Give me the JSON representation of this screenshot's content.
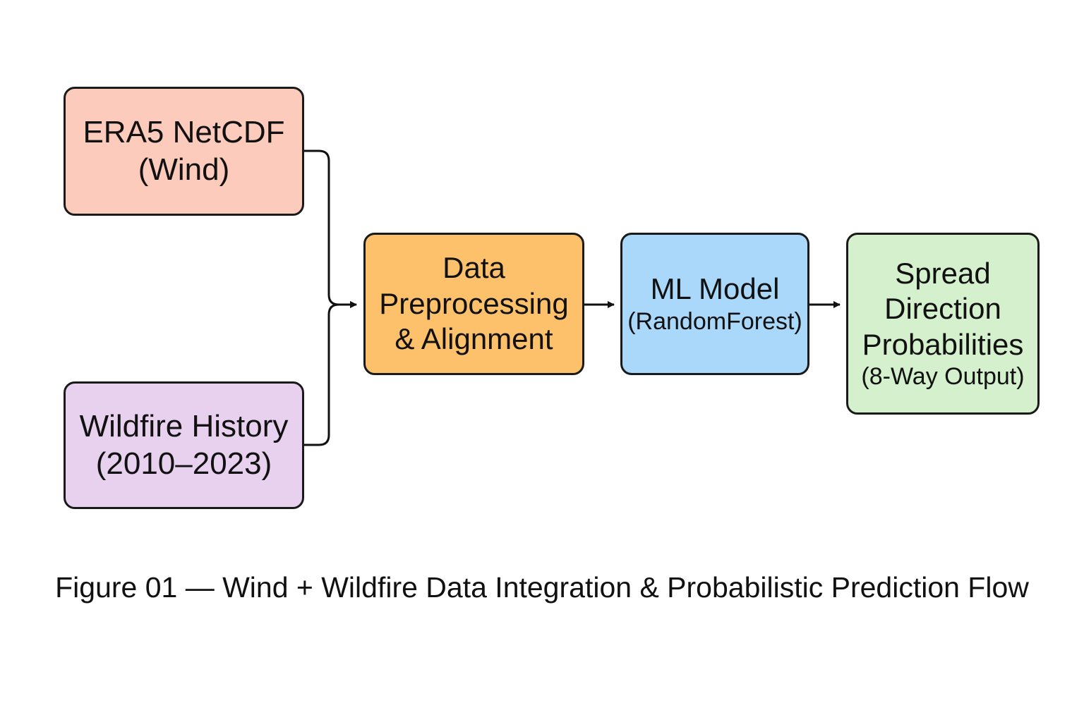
{
  "diagram": {
    "nodes": {
      "era5": {
        "line1": "ERA5 NetCDF",
        "line2": "(Wind)",
        "color": "#fccbbc"
      },
      "wildfire": {
        "line1": "Wildfire History",
        "line2": "(2010–2023)",
        "color": "#e8d1ee"
      },
      "preprocessing": {
        "line1": "Data",
        "line2": "Preprocessing",
        "line3": "& Alignment",
        "color": "#fcc16a"
      },
      "model": {
        "line1": "ML Model",
        "line2": "(RandomForest)",
        "color": "#aad8fb"
      },
      "output": {
        "line1": "Spread",
        "line2": "Direction",
        "line3": "Probabilities",
        "line4": "(8-Way Output)",
        "color": "#d5f0cc"
      }
    },
    "edges": [
      {
        "from": "era5",
        "to": "preprocessing"
      },
      {
        "from": "wildfire",
        "to": "preprocessing"
      },
      {
        "from": "preprocessing",
        "to": "model"
      },
      {
        "from": "model",
        "to": "output"
      }
    ]
  },
  "caption": "Figure 01 — Wind + Wildfire Data Integration & Probabilistic Prediction Flow"
}
